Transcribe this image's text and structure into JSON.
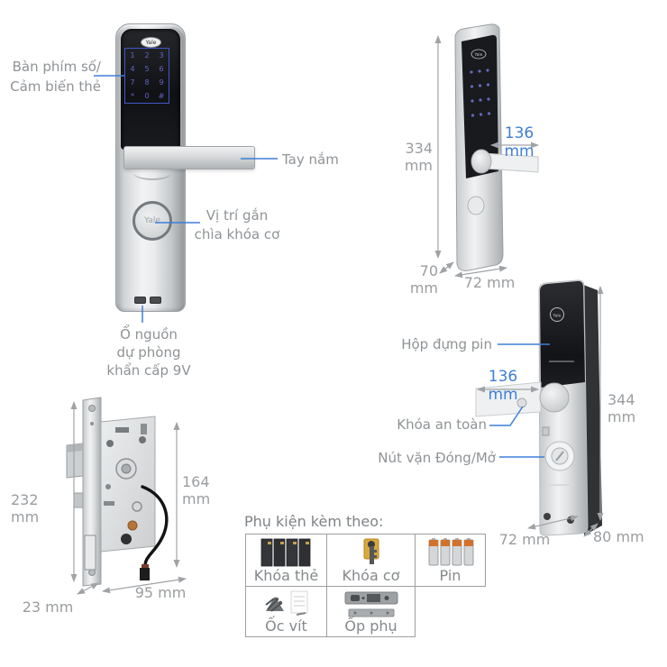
{
  "brand": "Yale",
  "colors": {
    "accent_blue": "#3e7ed8",
    "label_gray": "#8f9396",
    "dimension_gray": "#9a9da0",
    "keypad_outline_blue": "#3f5ac9"
  },
  "front_view": {
    "keypad_keys": [
      "1",
      "2",
      "3",
      "4",
      "5",
      "6",
      "7",
      "8",
      "9",
      "*",
      "0",
      "#"
    ],
    "labels": {
      "keypad": [
        "Bàn phím số/",
        "Cảm biến thẻ"
      ],
      "handle": "Tay nắm",
      "key_position": [
        "Vị trí gắn",
        "chìa khóa cơ"
      ],
      "emergency_power": [
        "Ổ nguồn",
        "dự phòng",
        "khẩn cấp 9V"
      ]
    }
  },
  "side_view": {
    "dim_height": "334 mm",
    "dim_handle": "136 mm",
    "dim_depth": "70 mm",
    "dim_width": "72 mm"
  },
  "back_view": {
    "labels": {
      "battery_box": "Hộp đựng pin",
      "safety_lock": "Khóa an toàn",
      "knob": "Nút vặn Đóng/Mở"
    },
    "dim_handle": "136 mm",
    "dim_height": "344 mm",
    "dim_width": "72 mm",
    "dim_depth": "80 mm"
  },
  "mortise_view": {
    "dim_height": "232 mm",
    "dim_body_height": "164 mm",
    "dim_width": "95 mm",
    "dim_depth": "23 mm"
  },
  "accessories": {
    "title": "Phụ kiện kèm theo:",
    "items": [
      {
        "label": "Khóa thẻ"
      },
      {
        "label": "Khóa cơ"
      },
      {
        "label": "Pin"
      },
      {
        "label": "Ốc vít"
      },
      {
        "label": "Ốp phụ"
      }
    ]
  }
}
